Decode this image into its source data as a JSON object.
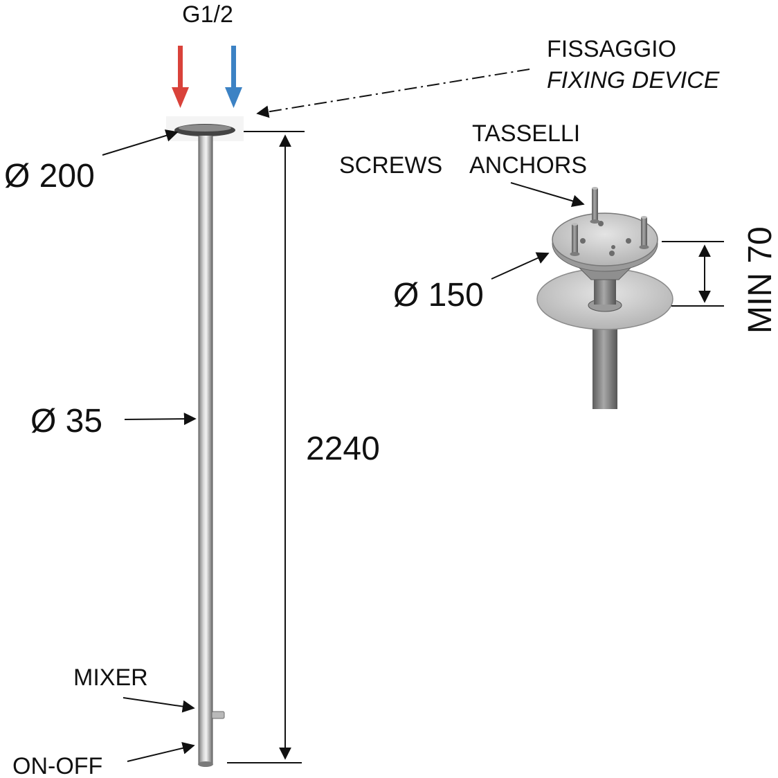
{
  "labels": {
    "inlet": "G1/2",
    "fixing_it": "FISSAGGIO",
    "fixing_en": "FIXING DEVICE",
    "anchors_it": "TASSELLI",
    "screws": "SCREWS",
    "anchors_en": "ANCHORS",
    "dia_200": "Ø 200",
    "dia_150": "Ø 150",
    "dia_35": "Ø 35",
    "height": "2240",
    "min_depth": "MIN 70",
    "mixer": "MIXER",
    "on_off": "ON-OFF"
  },
  "colors": {
    "hot_arrow": "#d9423a",
    "cold_arrow": "#3c82c4",
    "line": "#111111",
    "steel_dark": "#6f6f6f",
    "steel_light": "#d8d8d8",
    "plate": "#c9c9c9"
  },
  "icons": {
    "hot": "down-arrow-red",
    "cold": "down-arrow-blue"
  }
}
